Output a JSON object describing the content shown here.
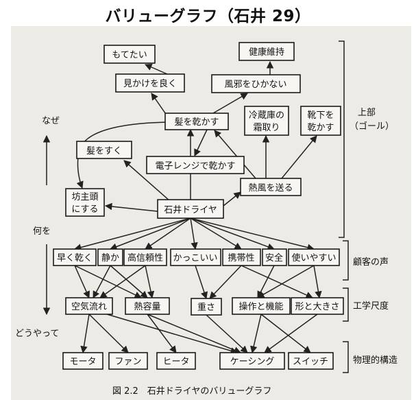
{
  "title": "バリューグラフ（石井 29）",
  "caption": "図 2.2　石井ドライヤのバリューグラフ",
  "side_labels": {
    "why": "なぜ",
    "what": "何を",
    "how": "どうやって"
  },
  "levels": {
    "upper_line1": "上部",
    "upper_line2": "（ゴール）",
    "customer_voice": "顧客の声",
    "engineering_measures": "工学尺度",
    "physical_structure": "物理的構造"
  },
  "nodes": {
    "motetai": "もてたい",
    "kenko": "健康維持",
    "mikake": "見かけを良く",
    "kaze": "風邪をひかない",
    "kami_kawakasu": "髪を乾かす",
    "reizoko_1": "冷蔵庫の",
    "reizoko_2": "霜取り",
    "kutsushita_1": "靴下を",
    "kutsushita_2": "乾かす",
    "kami_suku": "髪をすく",
    "denshi": "電子レンジで乾かす",
    "bozu_1": "坊主頭",
    "bozu_2": "にする",
    "neppu": "熱風を送る",
    "product": "石井ドライヤ",
    "c_hayaku": "早く乾く",
    "c_shizuka": "静か",
    "c_shinrai": "高信頼性",
    "c_kakko": "かっこいい",
    "c_keitai": "携帯性",
    "c_anzen": "安全",
    "c_tsukai": "使いやすい",
    "e_kuki": "空気流れ",
    "e_netsu": "熱容量",
    "e_omosa": "重さ",
    "e_sosa": "操作と機能",
    "e_katachi": "形と大きさ",
    "p_motor": "モータ",
    "p_fan": "ファン",
    "p_heater": "ヒータ",
    "p_casing": "ケーシング",
    "p_switch": "スイッチ"
  }
}
